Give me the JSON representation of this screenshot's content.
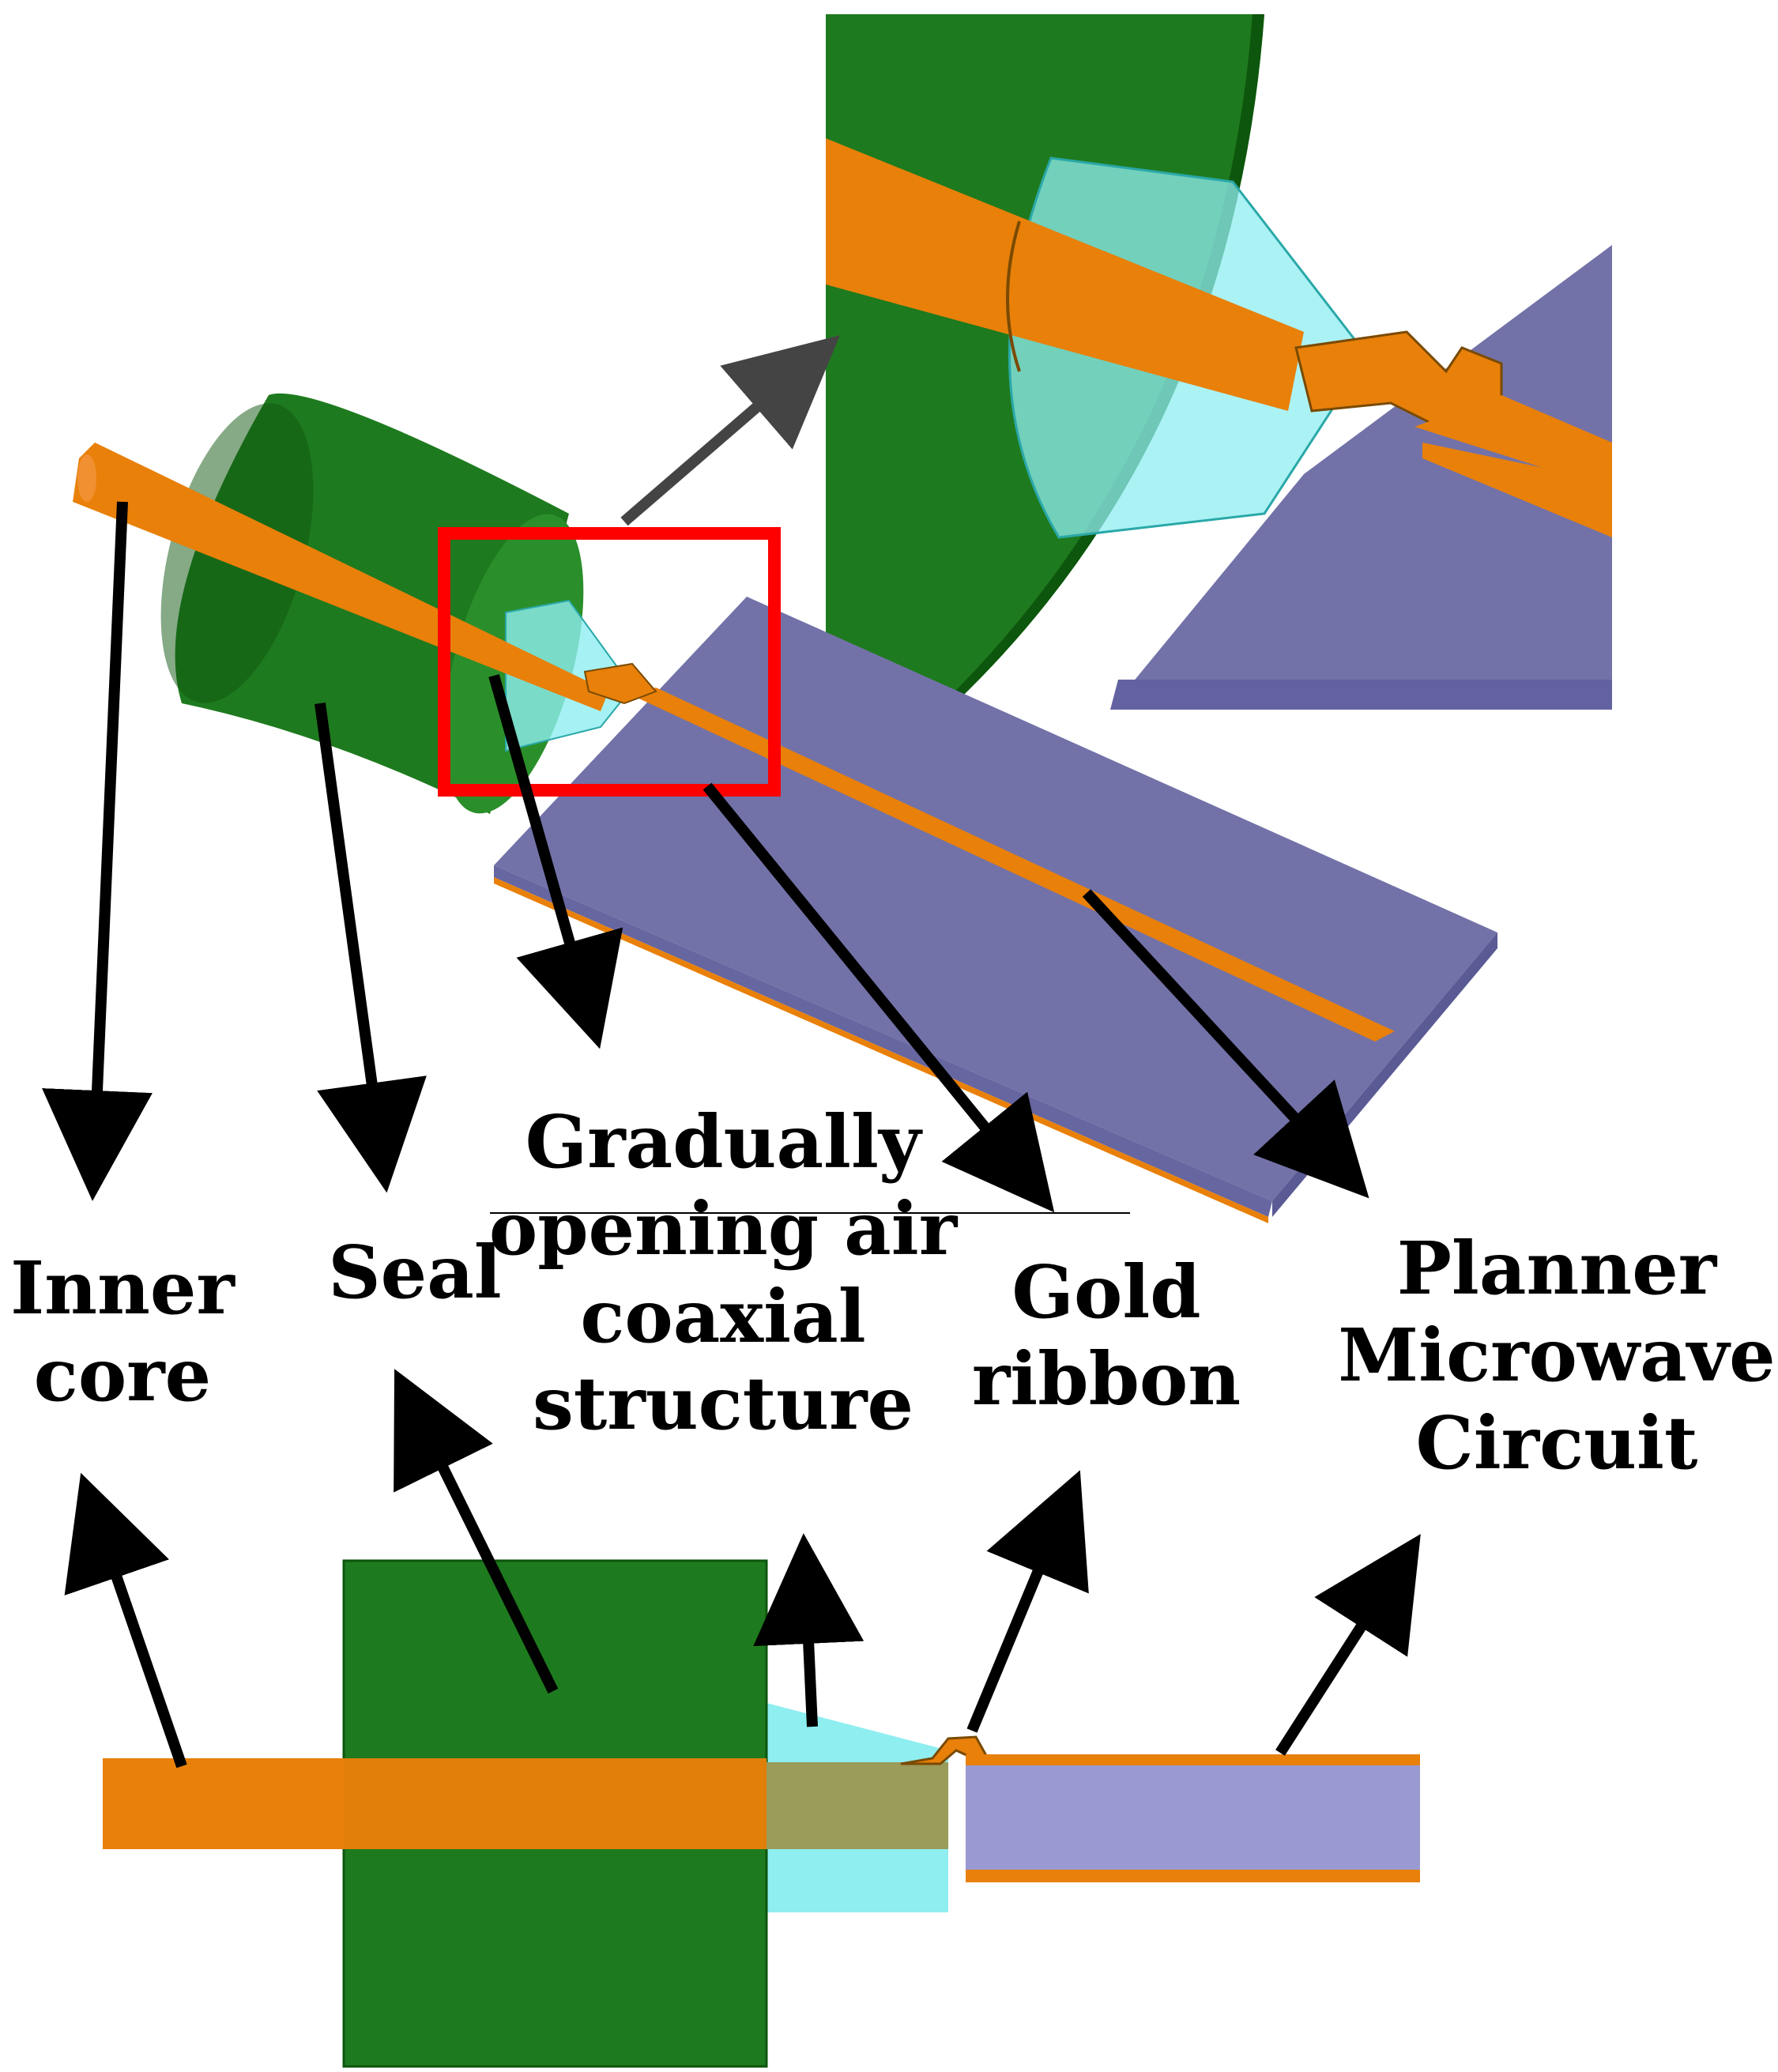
{
  "labels": {
    "inner_core": [
      "Inner",
      "core"
    ],
    "seal": [
      "Seal"
    ],
    "air_coax": [
      "Gradually",
      "opening air",
      "coaxial",
      "structure"
    ],
    "gold_ribbon": [
      "Gold",
      "ribbon"
    ],
    "planner_circuit": [
      "Planner",
      "Microwave",
      "Circuit"
    ]
  },
  "colors": {
    "copper": "#e8800a",
    "copper_dark": "#c96a00",
    "seal_green": "#1e7a1e",
    "seal_green_dark": "#0d560d",
    "air_cyan": "#8feef0",
    "substrate": "#7272a8",
    "substrate_light": "#9a9ad2",
    "highlight": "#ff0000",
    "arrow": "#000000",
    "zoom_arrow": "#444444"
  }
}
